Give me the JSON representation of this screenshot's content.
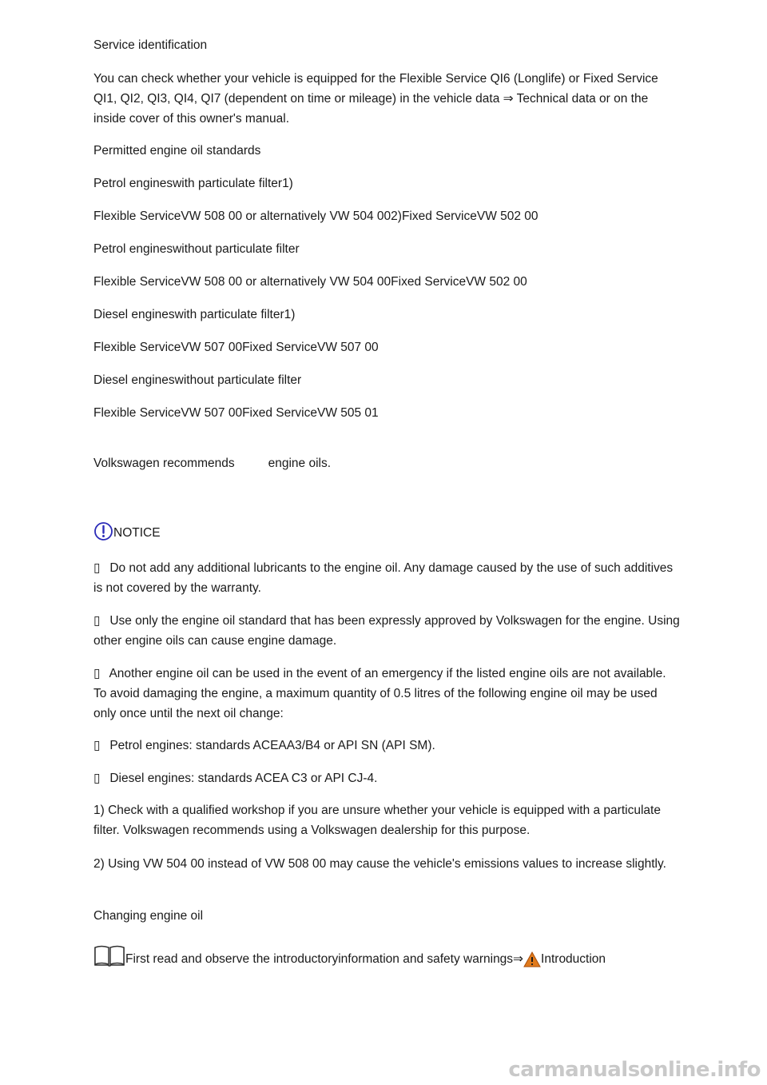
{
  "section_title": "Service identification",
  "intro": "You can check whether your vehicle is equipped for the Flexible Service QI6 (Longlife) or Fixed Service QI1, QI2, QI3, QI4, QI7 (dependent on time or mileage) in the vehicle data ⇒ Technical data or on the inside cover of this owner's manual.",
  "standards_heading": "Permitted engine oil standards",
  "standards": [
    {
      "heading": "Petrol engineswith particulate filter1)",
      "value": "Flexible ServiceVW 508 00 or alternatively VW 504 002)Fixed ServiceVW 502 00"
    },
    {
      "heading": "Petrol engineswithout particulate filter",
      "value": "Flexible ServiceVW 508 00 or alternatively VW 504 00Fixed ServiceVW 502 00"
    },
    {
      "heading": "Diesel engineswith particulate filter1)",
      "value": "Flexible ServiceVW 507 00Fixed ServiceVW 507 00"
    },
    {
      "heading": "Diesel engineswithout particulate filter",
      "value": "Flexible ServiceVW 507 00Fixed ServiceVW 505 01"
    }
  ],
  "recommend": {
    "before": "Volkswagen recommends",
    "after": "engine oils."
  },
  "notice": {
    "label": "NOTICE",
    "bullet_glyph": "▯",
    "items": [
      "Do not add any additional lubricants to the engine oil. Any damage caused by the use of such additives is not covered by the warranty.",
      "Use only the engine oil standard that has been expressly approved by Volkswagen for the engine. Using other engine oils can cause engine damage.",
      "Another engine oil can be used in the event of an emergency if the listed engine oils are not available. To avoid damaging the engine, a maximum quantity of 0.5 litres of the following engine oil may be used only once until the next oil change:",
      "Petrol engines: standards ACEAA3/B4 or API SN (API SM).",
      "Diesel engines: standards ACEA C3 or API CJ-4."
    ]
  },
  "footnotes": [
    "1) Check with a qualified workshop if you are unsure whether your vehicle is equipped with a particulate filter. Volkswagen recommends using a Volkswagen dealership for this purpose.",
    "2) Using VW 504 00 instead of VW 508 00 may cause the vehicle's emissions values to increase slightly."
  ],
  "change_heading": "Changing engine oil",
  "read_note": {
    "text": "First read and observe the introductoryinformation and safety warnings⇒",
    "link": "Introduction"
  },
  "watermark": "carmanualsonline.info",
  "colors": {
    "notice_icon": "#2b2bb8",
    "warning_triangle": "#e07a1c",
    "text": "#1a1a1a",
    "watermark": "#c9c9c9"
  },
  "icons": {
    "notice": "exclamation-circle-icon",
    "book": "open-book-icon",
    "warning": "warning-triangle-icon"
  }
}
